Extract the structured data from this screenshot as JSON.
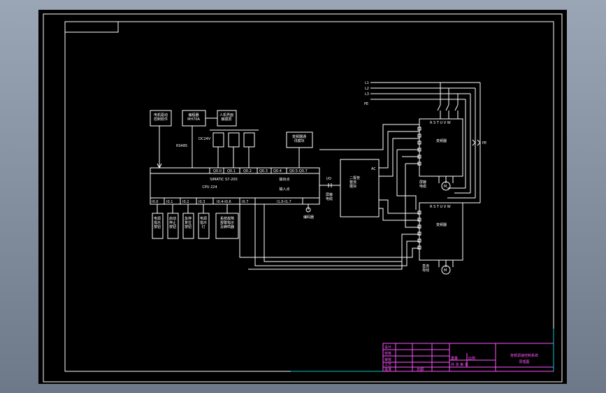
{
  "blocks": {
    "b1": "电机驱动\n控制软件",
    "b2": "编程器\nMH70A",
    "b3": "人机界面\n触摸屏",
    "plc": "SIMATIC S7-200",
    "cpu": "CPU 224",
    "comm": "变频器通\n讯模块",
    "conv": "二极管\n整流\n模块",
    "vfd1": "变频器",
    "vfd2": "变频器",
    "in1": "电源\n指示\n按钮",
    "in2": "启动\n停止\n按钮",
    "in3": "急停\n复位\n按钮",
    "in4": "电源\n指示\n灯",
    "in5": "系统故障\n报警指示\n及蜂鸣器"
  },
  "labels": {
    "L1": "L1",
    "L2": "L2",
    "L3": "L3",
    "PE": "PE",
    "q1": "Q0.0",
    "q2": "Q0.1",
    "q3": "Q0.2",
    "q4": "Q0.3",
    "q5": "Q0.4",
    "q6": "Q0.5-Q0.7",
    "i1": "I0.0",
    "i2": "I0.1",
    "i3": "I0.2",
    "i4": "I0.3",
    "i5": "I0.4-I0.6",
    "i6": "I0.7",
    "i7": "I1.0-I1.7",
    "out_label": "输出点",
    "in_label": "输入点",
    "rs485": "RS485",
    "dc24": "DC24V",
    "enc": "编码器",
    "vfd_top": "R S T U V W",
    "vfd_top2": "R S T U V W",
    "motor": "M",
    "pe_bus": "PE",
    "cable1": "屏蔽\n电缆",
    "cable2": "屏蔽\n电缆",
    "dcbus": "直流\n母线",
    "ac": "AC",
    "io": "I/O"
  },
  "title_block": {
    "drawing_title": "变频调速控制系统",
    "drawing_sub": "原理图",
    "rows": [
      "设计",
      "校核",
      "审核",
      "工艺",
      "批准"
    ],
    "scale": "比例",
    "sheet": "共 张 第 张",
    "weight": "重量",
    "date": "日期"
  }
}
